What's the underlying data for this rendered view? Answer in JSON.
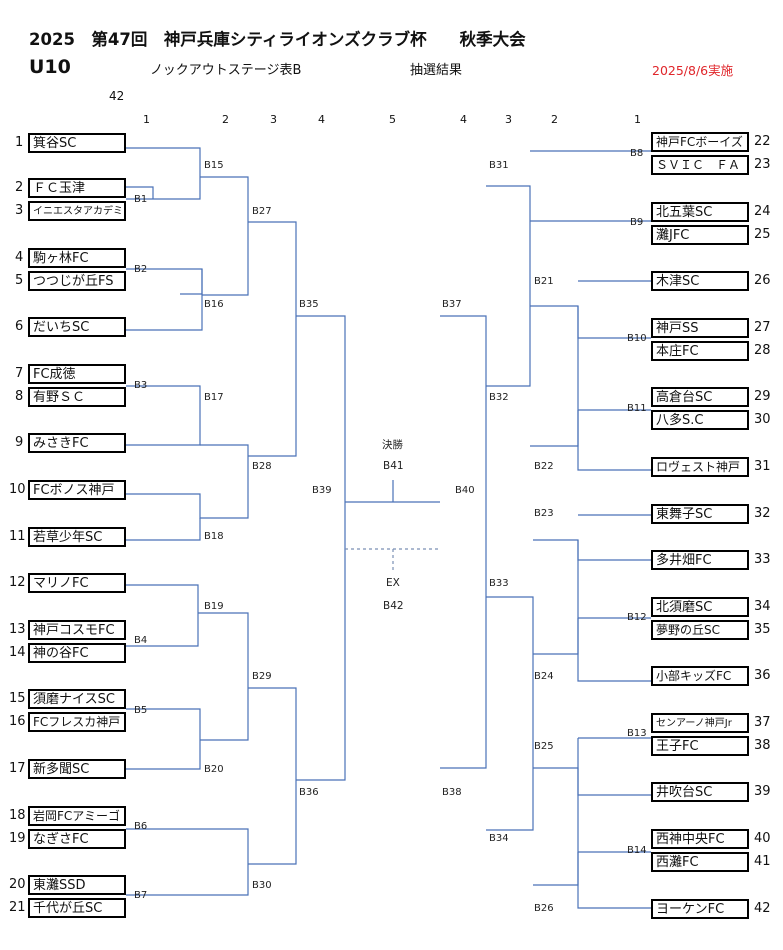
{
  "header": {
    "title": "2025　第47回　神戸兵庫シティライオンズクラブ杯　　秋季大会",
    "category": "U10",
    "stage": "ノックアウトステージ表B",
    "lottery": "抽選結果",
    "date": "2025/8/6実施",
    "team_count": "42"
  },
  "round_numbers_left": [
    "1",
    "2",
    "3",
    "4",
    "5"
  ],
  "round_numbers_right": [
    "4",
    "3",
    "2",
    "1"
  ],
  "teams_left": [
    {
      "no": "1",
      "name": "箕谷SC"
    },
    {
      "no": "2",
      "name": "ＦＣ玉津"
    },
    {
      "no": "3",
      "name": "イニエスタアカデミー"
    },
    {
      "no": "4",
      "name": "駒ヶ林FC"
    },
    {
      "no": "5",
      "name": "つつじが丘FS"
    },
    {
      "no": "6",
      "name": "だいちSC"
    },
    {
      "no": "7",
      "name": "FC成徳"
    },
    {
      "no": "8",
      "name": "有野ＳＣ"
    },
    {
      "no": "9",
      "name": "みさきFC"
    },
    {
      "no": "10",
      "name": "FCボノス神戸"
    },
    {
      "no": "11",
      "name": "若草少年SC"
    },
    {
      "no": "12",
      "name": "マリノFC"
    },
    {
      "no": "13",
      "name": "神戸コスモFC"
    },
    {
      "no": "14",
      "name": "神の谷FC"
    },
    {
      "no": "15",
      "name": "須磨ナイスSC"
    },
    {
      "no": "16",
      "name": "FCフレスカ神戸"
    },
    {
      "no": "17",
      "name": "新多聞SC"
    },
    {
      "no": "18",
      "name": "岩岡FCアミーゴ"
    },
    {
      "no": "19",
      "name": "なぎさFC"
    },
    {
      "no": "20",
      "name": "東灘SSD"
    },
    {
      "no": "21",
      "name": "千代が丘SC"
    }
  ],
  "teams_right": [
    {
      "no": "22",
      "name": "神戸FCボーイズ"
    },
    {
      "no": "23",
      "name": "ＳＶＩＣ　ＦＡ"
    },
    {
      "no": "24",
      "name": "北五葉SC"
    },
    {
      "no": "25",
      "name": "灘JFC"
    },
    {
      "no": "26",
      "name": "木津SC"
    },
    {
      "no": "27",
      "name": "神戸SS"
    },
    {
      "no": "28",
      "name": "本庄FC"
    },
    {
      "no": "29",
      "name": "高倉台SC"
    },
    {
      "no": "30",
      "name": "八多S.C"
    },
    {
      "no": "31",
      "name": "ロヴェスト神戸"
    },
    {
      "no": "32",
      "name": "東舞子SC"
    },
    {
      "no": "33",
      "name": "多井畑FC"
    },
    {
      "no": "34",
      "name": "北須磨SC"
    },
    {
      "no": "35",
      "name": "夢野の丘SC"
    },
    {
      "no": "36",
      "name": "小部キッズFC"
    },
    {
      "no": "37",
      "name": "センアーノ神戸Jr"
    },
    {
      "no": "38",
      "name": "王子FC"
    },
    {
      "no": "39",
      "name": "井吹台SC"
    },
    {
      "no": "40",
      "name": "西神中央FC"
    },
    {
      "no": "41",
      "name": "西灘FC"
    },
    {
      "no": "42",
      "name": "ヨーケンFC"
    }
  ],
  "match_labels_left": [
    "B1",
    "B2",
    "B3",
    "B4",
    "B5",
    "B6",
    "B7",
    "B15",
    "B16",
    "B17",
    "B18",
    "B19",
    "B20",
    "B27",
    "B28",
    "B29",
    "B30",
    "B35",
    "B36",
    "B39"
  ],
  "match_labels_right": [
    "B8",
    "B9",
    "B10",
    "B11",
    "B12",
    "B13",
    "B14",
    "B21",
    "B22",
    "B23",
    "B24",
    "B25",
    "B26",
    "B31",
    "B32",
    "B33",
    "B34",
    "B37",
    "B38",
    "B40"
  ],
  "final": {
    "label": "決勝",
    "code": "B41"
  },
  "extra": {
    "label": "EX",
    "code": "B42"
  },
  "colors": {
    "line": "#4a72b8",
    "date": "#e0262b"
  }
}
